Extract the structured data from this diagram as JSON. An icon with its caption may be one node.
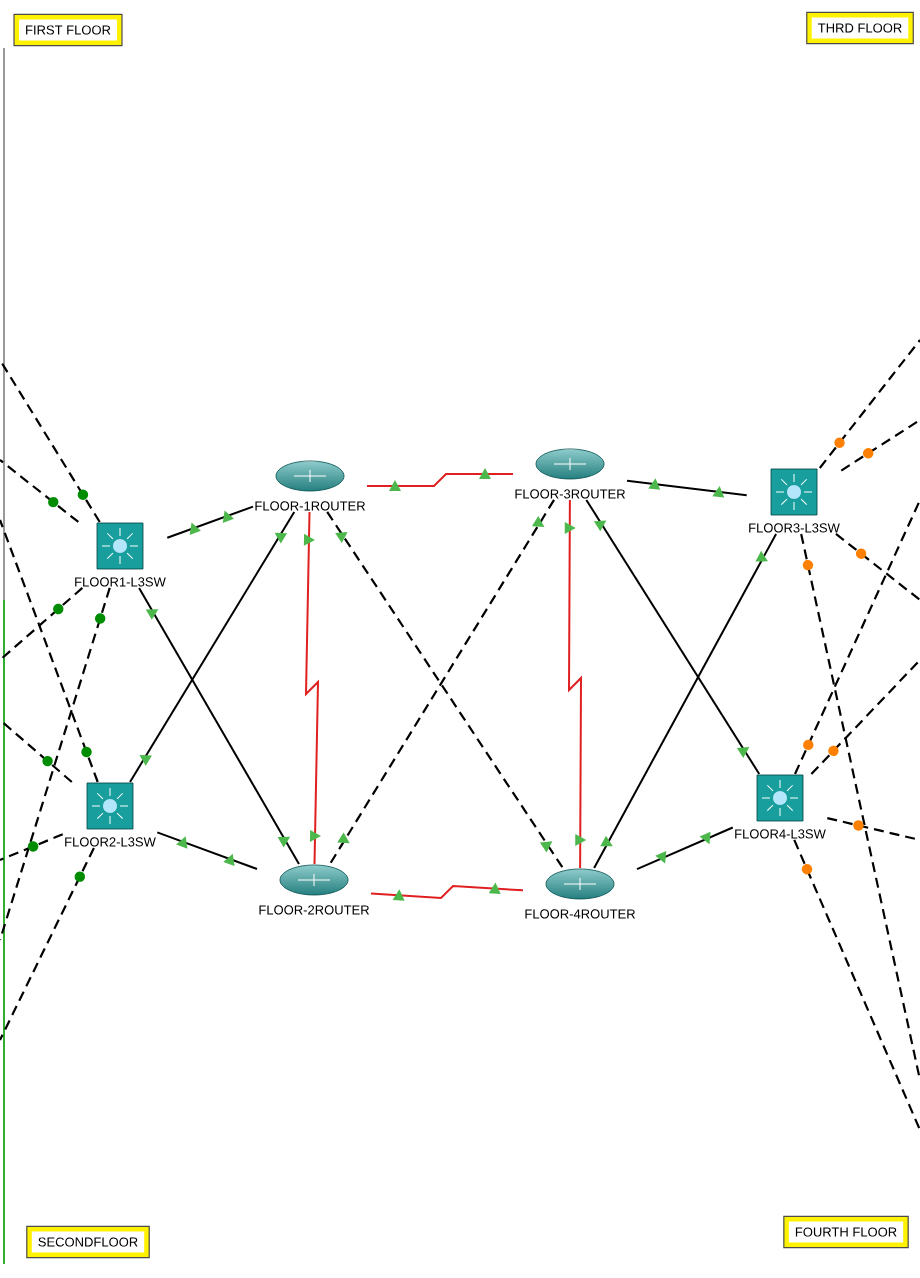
{
  "diagram": {
    "nodes": [
      {
        "text": [
          "FIRST FLOOR"
        ]
      },
      {
        "text": [
          "THRD FLOOR"
        ]
      },
      {
        "text": [
          "SECONDFLOOR"
        ]
      },
      {
        "text": [
          "FOURTH FLOOR"
        ]
      },
      {
        "text": [
          "FLOOR-1ROUTER"
        ]
      },
      {
        "text": [
          "FLOOR-3ROUTER"
        ]
      },
      {
        "text": [
          "FLOOR-2ROUTER"
        ]
      },
      {
        "text": [
          "FLOOR-4ROUTER"
        ]
      },
      {
        "text": [
          "FLOOR1-L3SW"
        ]
      },
      {
        "text": [
          "FLOOR2-L3SW"
        ]
      },
      {
        "text": [
          "FLOOR3-L3SW"
        ]
      },
      {
        "text": [
          "FLOOR4-L3SW"
        ]
      }
    ],
    "edges": [
      {
        "from": 4,
        "to": 5,
        "arrow": "none",
        "color": "#e02020"
      },
      {
        "from": 4,
        "to": 6,
        "arrow": "none",
        "color": "#e02020"
      },
      {
        "from": 5,
        "to": 7,
        "arrow": "none",
        "color": "#e02020"
      },
      {
        "from": 6,
        "to": 7,
        "arrow": "none",
        "color": "#e02020"
      },
      {
        "from": 8,
        "to": 4,
        "arrow": "none"
      },
      {
        "from": 8,
        "to": 6,
        "arrow": "none"
      },
      {
        "from": 9,
        "to": 4,
        "arrow": "none"
      },
      {
        "from": 9,
        "to": 6,
        "arrow": "none"
      },
      {
        "from": 4,
        "to": 7,
        "arrow": "none",
        "style": "dashed"
      },
      {
        "from": 5,
        "to": 6,
        "arrow": "none",
        "style": "dashed"
      },
      {
        "from": 5,
        "to": 10,
        "arrow": "none"
      },
      {
        "from": 5,
        "to": 11,
        "arrow": "none"
      },
      {
        "from": 10,
        "to": 7,
        "arrow": "none"
      },
      {
        "from": 11,
        "to": 7,
        "arrow": "none"
      },
      {
        "from": 8,
        "to": null,
        "arrow": "none",
        "style": "dashed"
      },
      {
        "from": 8,
        "to": null,
        "arrow": "none",
        "style": "dashed"
      },
      {
        "from": 8,
        "to": null,
        "arrow": "none",
        "style": "dashed"
      },
      {
        "from": 8,
        "to": null,
        "arrow": "none",
        "style": "dashed"
      },
      {
        "from": 9,
        "to": null,
        "arrow": "none",
        "style": "dashed"
      },
      {
        "from": 9,
        "to": null,
        "arrow": "none",
        "style": "dashed"
      },
      {
        "from": 9,
        "to": null,
        "arrow": "none",
        "style": "dashed"
      },
      {
        "from": 9,
        "to": null,
        "arrow": "none",
        "style": "dashed"
      },
      {
        "from": 10,
        "to": null,
        "arrow": "none",
        "style": "dashed"
      },
      {
        "from": 10,
        "to": null,
        "arrow": "none",
        "style": "dashed"
      },
      {
        "from": 10,
        "to": null,
        "arrow": "none",
        "style": "dashed"
      },
      {
        "from": 10,
        "to": null,
        "arrow": "none",
        "style": "dashed"
      },
      {
        "from": 11,
        "to": null,
        "arrow": "none",
        "style": "dashed"
      },
      {
        "from": 11,
        "to": null,
        "arrow": "none",
        "style": "dashed"
      },
      {
        "from": 11,
        "to": null,
        "arrow": "none",
        "style": "dashed"
      },
      {
        "from": 11,
        "to": null,
        "arrow": "none",
        "style": "dashed"
      }
    ]
  }
}
